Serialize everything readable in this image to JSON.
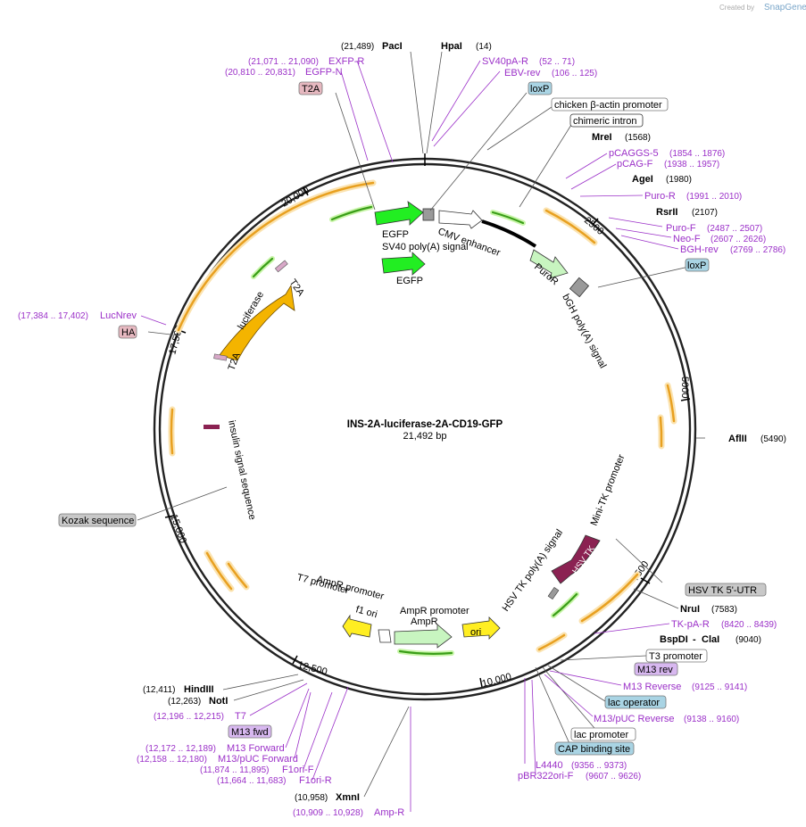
{
  "brand": {
    "created_by": "Created by",
    "name": "SnapGene"
  },
  "plasmid": {
    "name": "INS-2A-luciferase-2A-CD19-GFP",
    "length": "21,492 bp"
  },
  "ticks": [
    "2500",
    "5000",
    "7500",
    "10,000",
    "12,500",
    "15,000",
    "17,500",
    "20,000"
  ],
  "enzymes": [
    {
      "name": "PacI",
      "pos": "(21,489)"
    },
    {
      "name": "HpaI",
      "pos": "(14)"
    },
    {
      "name": "MreI",
      "pos": "(1568)"
    },
    {
      "name": "AgeI",
      "pos": "(1980)"
    },
    {
      "name": "RsrII",
      "pos": "(2107)"
    },
    {
      "name": "AflII",
      "pos": "(5490)"
    },
    {
      "name": "NruI",
      "pos": "(7583)"
    },
    {
      "name": "BspDI",
      "pos": ""
    },
    {
      "name": "ClaI",
      "pos": "(9040)"
    },
    {
      "name": "HindIII",
      "pos": "(12,411)"
    },
    {
      "name": "NotI",
      "pos": "(12,263)"
    },
    {
      "name": "XmnI",
      "pos": "(10,958)"
    }
  ],
  "primers": [
    {
      "name": "EXFP-R",
      "pos": "(21,071 .. 21,090)"
    },
    {
      "name": "EGFP-N",
      "pos": "(20,810 .. 20,831)"
    },
    {
      "name": "SV40pA-R",
      "pos": "(52 .. 71)"
    },
    {
      "name": "EBV-rev",
      "pos": "(106 .. 125)"
    },
    {
      "name": "pCAGGS-5",
      "pos": "(1854 .. 1876)"
    },
    {
      "name": "pCAG-F",
      "pos": "(1938 .. 1957)"
    },
    {
      "name": "Puro-R",
      "pos": "(1991 .. 2010)"
    },
    {
      "name": "Puro-F",
      "pos": "(2487 .. 2507)"
    },
    {
      "name": "Neo-F",
      "pos": "(2607 .. 2626)"
    },
    {
      "name": "BGH-rev",
      "pos": "(2769 .. 2786)"
    },
    {
      "name": "LucNrev",
      "pos": "(17,384 .. 17,402)"
    },
    {
      "name": "TK-pA-R",
      "pos": "(8420 .. 8439)"
    },
    {
      "name": "M13 Reverse",
      "pos": "(9125 .. 9141)"
    },
    {
      "name": "M13/pUC Reverse",
      "pos": "(9138 .. 9160)"
    },
    {
      "name": "L4440",
      "pos": "(9356 .. 9373)"
    },
    {
      "name": "pBR322ori-F",
      "pos": "(9607 .. 9626)"
    },
    {
      "name": "T7",
      "pos": "(12,196 .. 12,215)"
    },
    {
      "name": "M13 Forward",
      "pos": "(12,172 .. 12,189)"
    },
    {
      "name": "M13/pUC Forward",
      "pos": "(12,158 .. 12,180)"
    },
    {
      "name": "F1ori-F",
      "pos": "(11,874 .. 11,895)"
    },
    {
      "name": "F1ori-R",
      "pos": "(11,664 .. 11,683)"
    },
    {
      "name": "Amp-R",
      "pos": "(10,909 .. 10,928)"
    }
  ],
  "boxed_labels": [
    {
      "name": "T2A"
    },
    {
      "name": "loxP"
    },
    {
      "name": "chicken β-actin promoter"
    },
    {
      "name": "chimeric intron"
    },
    {
      "name": "loxP"
    },
    {
      "name": "HA"
    },
    {
      "name": "Kozak sequence"
    },
    {
      "name": "HSV TK 5'-UTR"
    },
    {
      "name": "T3 promoter"
    },
    {
      "name": "M13 rev"
    },
    {
      "name": "lac operator"
    },
    {
      "name": "lac promoter"
    },
    {
      "name": "CAP binding site"
    },
    {
      "name": "M13 fwd"
    }
  ],
  "features": [
    "EGFP",
    "SV40 poly(A) signal",
    "CMV enhancer",
    "EGFP",
    "PuroR",
    "bGH poly(A) signal",
    "T2A",
    "luciferase",
    "T2A",
    "insulin signal sequence",
    "Mini-TK promoter",
    "HSV TK",
    "HSV TK poly(A) signal",
    "ori",
    "AmpR promoter",
    "AmpR",
    "AmpR promoter",
    "T7 promoter",
    "f1 ori"
  ],
  "colors": {
    "primer": "#9b30c8",
    "orf_orange": "#f2b01e",
    "gfp_green": "#22ee22",
    "hsvtk": "#8b2252"
  }
}
